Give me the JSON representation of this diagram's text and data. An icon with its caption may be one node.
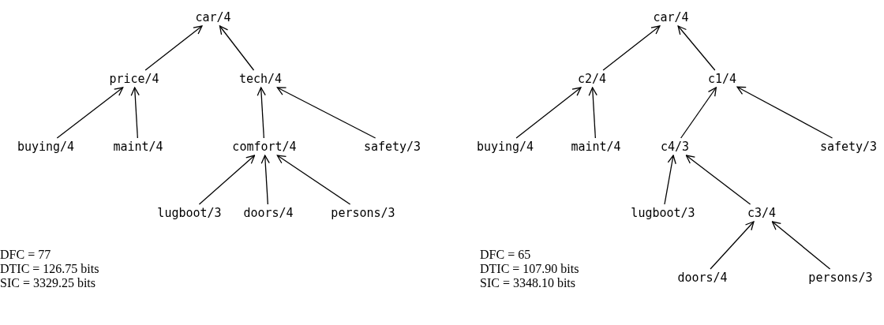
{
  "diagram": {
    "nodes": [
      {
        "text": [
          "car/4"
        ]
      },
      {
        "text": [
          "price/4"
        ]
      },
      {
        "text": [
          "tech/4"
        ]
      },
      {
        "text": [
          "buying/4"
        ]
      },
      {
        "text": [
          "maint/4"
        ]
      },
      {
        "text": [
          "comfort/4"
        ]
      },
      {
        "text": [
          "safety/3"
        ]
      },
      {
        "text": [
          "lugboot/3"
        ]
      },
      {
        "text": [
          "doors/4"
        ]
      },
      {
        "text": [
          "persons/3"
        ]
      },
      {
        "text": [
          "car/4"
        ]
      },
      {
        "text": [
          "c2/4"
        ]
      },
      {
        "text": [
          "c1/4"
        ]
      },
      {
        "text": [
          "buying/4"
        ]
      },
      {
        "text": [
          "maint/4"
        ]
      },
      {
        "text": [
          "c4/3"
        ]
      },
      {
        "text": [
          "safety/3"
        ]
      },
      {
        "text": [
          "lugboot/3"
        ]
      },
      {
        "text": [
          "c3/4"
        ]
      },
      {
        "text": [
          "doors/4"
        ]
      },
      {
        "text": [
          "persons/3"
        ]
      }
    ],
    "edges": [
      {
        "from": 1,
        "to": 0,
        "arrow": "to"
      },
      {
        "from": 2,
        "to": 0,
        "arrow": "to"
      },
      {
        "from": 3,
        "to": 1,
        "arrow": "to"
      },
      {
        "from": 4,
        "to": 1,
        "arrow": "to"
      },
      {
        "from": 5,
        "to": 2,
        "arrow": "to"
      },
      {
        "from": 6,
        "to": 2,
        "arrow": "to"
      },
      {
        "from": 7,
        "to": 5,
        "arrow": "to"
      },
      {
        "from": 8,
        "to": 5,
        "arrow": "to"
      },
      {
        "from": 9,
        "to": 5,
        "arrow": "to"
      },
      {
        "from": 11,
        "to": 10,
        "arrow": "to"
      },
      {
        "from": 12,
        "to": 10,
        "arrow": "to"
      },
      {
        "from": 13,
        "to": 11,
        "arrow": "to"
      },
      {
        "from": 14,
        "to": 11,
        "arrow": "to"
      },
      {
        "from": 15,
        "to": 12,
        "arrow": "to"
      },
      {
        "from": 16,
        "to": 12,
        "arrow": "to"
      },
      {
        "from": 17,
        "to": 15,
        "arrow": "to"
      },
      {
        "from": 18,
        "to": 15,
        "arrow": "to"
      },
      {
        "from": 19,
        "to": 18,
        "arrow": "to"
      },
      {
        "from": 20,
        "to": 18,
        "arrow": "to"
      }
    ],
    "labels": [
      "DFC = 77",
      "DTIC = 126.75 bits",
      "SIC = 3329.25 bits",
      "DFC = 65",
      "DTIC = 107.90 bits",
      "SIC = 3348.10 bits"
    ]
  }
}
